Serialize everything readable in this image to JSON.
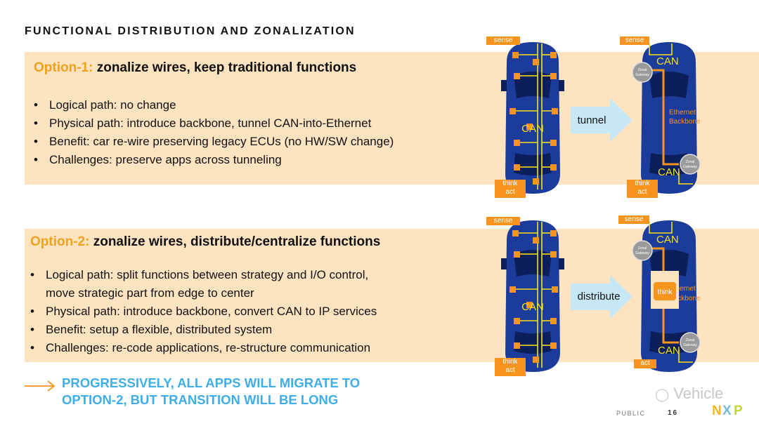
{
  "title": "FUNCTIONAL DISTRIBUTION AND ZONALIZATION",
  "option1": {
    "label": "Option-1:",
    "heading": " zonalize wires, keep traditional functions",
    "bullets": [
      "Logical path: no change",
      "Physical path: introduce backbone, tunnel CAN-into-Ethernet",
      "Benefit: car re-wire preserving legacy ECUs (no HW/SW change)",
      "Challenges: preserve apps across tunneling"
    ],
    "arrow_label": "tunnel"
  },
  "option2": {
    "label": "Option-2:",
    "heading": " zonalize wires, distribute/centralize functions",
    "bullets": [
      "Logical path: split functions between strategy and I/O control,",
      "move strategic part from edge to center",
      "Physical path: introduce backbone, convert CAN to IP services",
      "Benefit: setup a flexible, distributed system",
      "Challenges: re-code applications, re-structure communication"
    ],
    "arrow_label": "distribute"
  },
  "diagram": {
    "sense": "sense",
    "think": "think",
    "act": "act",
    "can": "CAN",
    "ethernet": "Ethernet",
    "backbone": "Backbone",
    "zonal": "Zonal",
    "gateway": "Gateway"
  },
  "bottom_note": {
    "line1": "PROGRESSIVELY, ALL APPS WILL MIGRATE TO",
    "line2": "OPTION-2, BUT TRANSITION WILL BE LONG"
  },
  "footer": {
    "public": "PUBLIC",
    "page": "16",
    "watermark": "Vehicle",
    "logo": "NXP"
  },
  "colors": {
    "band": "#fde3bf",
    "accent_orange": "#f7941d",
    "label_orange": "#f0a21e",
    "bottom_note": "#3eaee8",
    "arrow": "#c6e7f6",
    "car_body": "#1b3c9a",
    "wire_yellow": "#f6e21a"
  }
}
